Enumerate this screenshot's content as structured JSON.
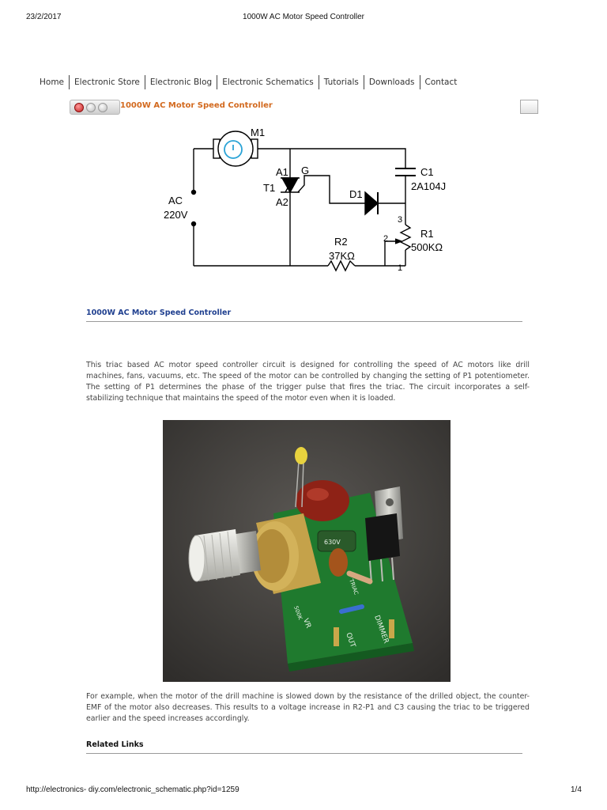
{
  "print_header": {
    "date": "23/2/2017",
    "title": "1000W AC Motor Speed Controller"
  },
  "nav": [
    {
      "label": "Home"
    },
    {
      "label": "Electronic Store"
    },
    {
      "label": "Electronic Blog"
    },
    {
      "label": "Electronic Schematics"
    },
    {
      "label": "Tutorials"
    },
    {
      "label": "Downloads"
    },
    {
      "label": "Contact"
    }
  ],
  "window": {
    "title": "1000W AC Motor Speed Controller",
    "title_color": "#d2691e"
  },
  "schematic": {
    "motor": "M1",
    "source_label": "AC",
    "source_voltage": "220V",
    "triac": {
      "name": "T1",
      "a1": "A1",
      "a2": "A2",
      "gate": "G"
    },
    "capacitor": {
      "name": "C1",
      "value": "2A104J"
    },
    "diac": "D1",
    "pot": {
      "name": "R1",
      "value": "500KΩ",
      "pin1": "1",
      "pin2": "2",
      "pin3": "3"
    },
    "resistor": {
      "name": "R2",
      "value": "37KΩ"
    }
  },
  "section": {
    "title": "1000W AC Motor Speed Controller",
    "title_color": "#1f3f8f"
  },
  "paragraph1": "This triac based AC motor speed controller circuit is designed for controlling the speed of AC motors like drill machines, fans, vacuums, etc. The speed of the motor can be controlled by changing the setting of P1 potentiometer. The setting of P1 determines the phase of the trigger pulse that fires the triac. The circuit incorporates a self-stabilizing technique that maintains the speed of the motor even when it is loaded.",
  "photo_labels": {
    "board_text": "DIMMER",
    "out_text": "OUT",
    "vr_text": "VR",
    "vr_value": "500K",
    "triac_text": "TRIAC",
    "cap_text": "630V"
  },
  "paragraph2": "For example, when the motor of the drill machine is slowed down by the resistance of the drilled object, the counter-EMF of the motor also decreases. This results to a voltage increase in R2-P1 and C3 causing the triac to be triggered earlier and the speed increases accordingly.",
  "related_links": "Related Links",
  "print_footer": {
    "url": "http://electronics- diy.com/electronic_schematic.php?id=1259",
    "page": "1/4"
  }
}
